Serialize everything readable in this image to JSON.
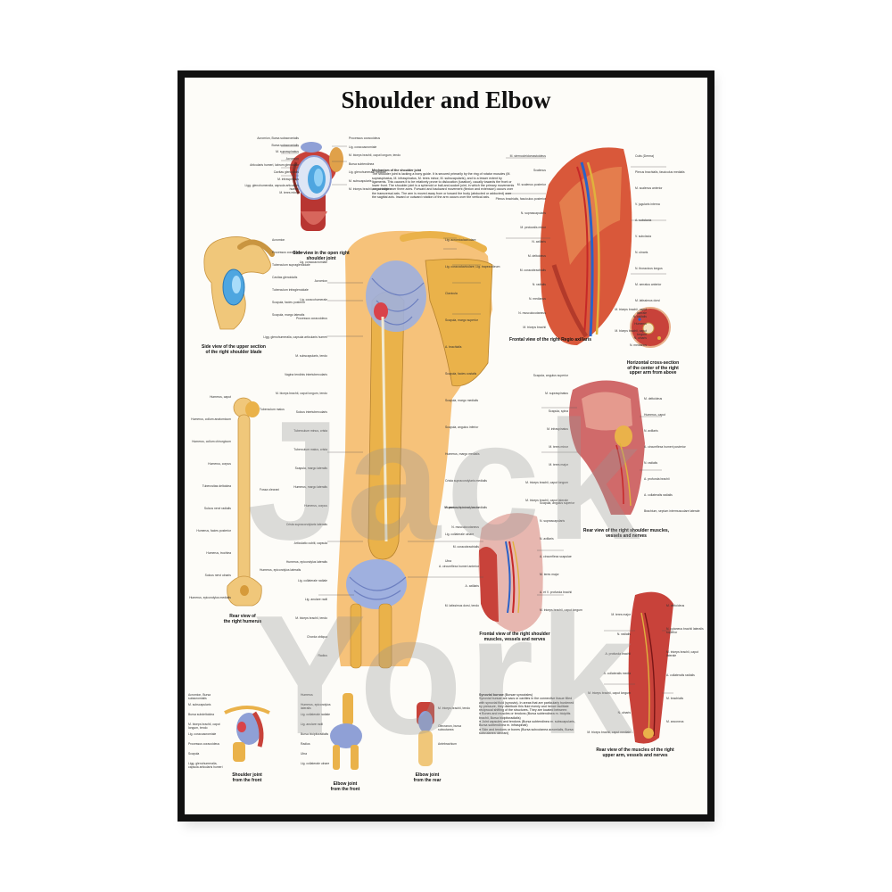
{
  "poster": {
    "title": "Shoulder and Elbow",
    "captions": {
      "side_view_joint": "Side view in the open right\nshoulder joint",
      "side_view_blade": "Side view of the upper section\nof the right shoulder blade",
      "rear_humerus": "Rear view of\nthe right humerus",
      "frontal_axillaris": "Frontal view of the right Regio axillaris",
      "cross_section": "Horizontal cross-section\nof the center of the right\nupper arm from above",
      "rear_shoulder_muscles": "Rear view of the right shoulder muscles,\nvessels and nerves",
      "frontal_shoulder_muscles": "Frontal view of the right shoulder\nmuscles, vessels and nerves",
      "rear_upper_arm": "Rear view of the muscles of the right\nupper arm, vessels and nerves",
      "shoulder_front": "Shoulder joint\nfrom the front",
      "elbow_front": "Elbow joint\nfrom the front",
      "elbow_rear": "Elbow joint\nfrom the rear"
    },
    "mechanism": {
      "heading": "Mechanism of the shoulder joint",
      "text": "The shoulder joint is lacking a bony guide. It is secured primarily by the ring of rotator muscles (M. supraspinatus, M. infraspinatus, M. teres minor, M. subscapularis), and to a lesser extent by ligaments. This causes it to be relatively prone to dislocation (luxation), usually towards the front or lower front. The shoulder joint is a spheroid or ball-and-socket joint, in which the primary movements are possible over three axes. Forward and backward movement (flexion and extension) occurs over the transversal axis. The arm is moved away from or toward the body (abducted or adducted) over the sagittal axis. Inward or outward rotation of the arm occurs over the vertical axis."
    },
    "synovial": {
      "heading": "Synovial bursae",
      "subheading": "(Bursae synoviales)",
      "text": "Synovial bursae are sacs or cavities in the connective tissue filled with synovial fluid (synovia). In areas that are particularly burdened by pressure, they distribute this fluid evenly and hence facilitate reciprocal shifting of the structures. They are located between:",
      "bullets": [
        "Bones and muscles or tendons (Bursa subtendinea m. bicipitis brachii, Bursa bicipitoradialis)",
        "Joint capsules and tendons (Bursa subtendinea m. subscapularis, Bursa subtendinea m. infraspinati)",
        "Skin and tendons or bones (Bursa subcutanea acromialis, Bursa subcutanea olecrani)"
      ]
    },
    "labels": {
      "joint_left": [
        "Acromion, Bursa subacromialis",
        "Bursa subacromialis",
        "M. supraspinatus",
        "Acromion",
        "Articularis humeri, labrum glenoidale",
        "Cavitas glenoidalis",
        "M. infraspinatus",
        "Ligg. glenohumeralia, capsula articularis humeri",
        "M. teres minor"
      ],
      "joint_right": [
        "Processus coracoideus",
        "Lig. coracoacromiale",
        "M. biceps brachii, caput longum, tendo",
        "Bursa subtendinea",
        "Lig. glenohumerale mediale",
        "M. subscapularis",
        "M. triceps brachii, caput longum"
      ],
      "blade": [
        "Acromion",
        "Processus coracoideus",
        "Tuberculum supraglenoidale",
        "Cavitas glenoidalis",
        "Tuberculum infraglenoidale",
        "Scapula, facies posterior",
        "Scapula, margo lateralis"
      ],
      "humerus_left": [
        "Humerus, caput",
        "Humerus, collum anatomicum",
        "Humerus, collum chirurgicum",
        "Humerus, corpus",
        "Tuberositas deltoidea",
        "Sulcus nervi radialis",
        "Humerus, facies posterior",
        "Humerus, trochlea",
        "Sulcus nervi ulnaris",
        "Humerus, epicondylus medialis"
      ],
      "humerus_right": [
        "Tuberculum maius",
        "Fossa olecrani",
        "Humerus, epicondylus lateralis"
      ],
      "arm_left": [
        "Lig. coracoacromiale",
        "Acromion",
        "Lig. coracohumerale",
        "Processus coracoideus",
        "Ligg. glenohumeralia, capsula articularis humeri",
        "M. subscapularis, tendo",
        "Vagina tendinis intertubercularis",
        "M. biceps brachii, caput longum, tendo",
        "Sulcus intertubercularis",
        "Tuberculum minus, crista",
        "Tuberculum maius, crista",
        "Scapula, margo lateralis",
        "Humerus, margo lateralis",
        "Humerus, corpus",
        "Crista supracondylaris lateralis",
        "Articulatio cubiti, capsula",
        "Humerus, epicondylus lateralis",
        "Lig. collaterale radiale",
        "Lig. anulare radii",
        "M. biceps brachii, tendo",
        "Chorda obliqua",
        "Radius"
      ],
      "arm_right": [
        "Lig. acromioclaviculare",
        "Lig. coracoclaviculare, Lig. trapezoideum",
        "Clavicula",
        "Scapula, margo superior",
        "A. brachialis",
        "Scapula, facies costalis",
        "Scapula, margo medialis",
        "Scapula, angulus inferior",
        "Humerus, margo medialis",
        "Crista supracondylaris medialis",
        "Humerus, epicondylus medialis",
        "Lig. collaterale ulnare",
        "Ulna"
      ],
      "axillaris_left": [
        "M. sternocleidomastoideus",
        "Scalenus",
        "M. scalenus posterior",
        "Plexus brachialis, fasciculus posterior",
        "N. suprascapularis",
        "M. pectoralis minor",
        "N. axillaris",
        "M. deltoideus",
        "M. coracobrachialis",
        "N. radialis",
        "N. medianus",
        "N. musculocutaneus",
        "M. triceps brachii"
      ],
      "axillaris_right": [
        "Cutis (Derma)",
        "Plexus brachialis, fasciculus medialis",
        "M. scalenus anterior",
        "V. jugularis interna",
        "A. subclavia",
        "V. subclavia",
        "N. ulnaris",
        "N. thoracicus longus",
        "M. serratus anterior",
        "M. latissimus dorsi"
      ],
      "cross": [
        "M. triceps brachii, caput laterale",
        "N. radialis",
        "Humerus",
        "M. biceps brachii, caput longum",
        "N. ulnaris",
        "N. medianus"
      ],
      "rear_muscles_left": [
        "Scapula, angulus superior",
        "M. supraspinatus",
        "Scapula, spina",
        "M. infraspinatus",
        "M. teres minor",
        "M. teres major",
        "M. triceps brachii, caput longum",
        "M. triceps brachii, caput laterale"
      ],
      "rear_muscles_right": [
        "M. deltoideus",
        "Humerus, caput",
        "N. axillaris",
        "A. circumflexa humeri posterior",
        "N. radialis",
        "A. profunda brachii",
        "A. collateralis radialis",
        "Brachium, septum intermusculare laterale"
      ],
      "frontal_muscles_left": [
        "M. pectoralis minor, tendo",
        "N. musculocutaneus",
        "M. coracobrachialis",
        "A. circumflexa humeri anterior",
        "A. axillaris",
        "M. latissimus dorsi, tendo"
      ],
      "frontal_muscles_right": [
        "Scapula, angulus superior",
        "N. suprascapularis",
        "N. axillaris",
        "A. circumflexa scapulae",
        "M. teres major",
        "A. et V. profunda brachii",
        "M. triceps brachii, caput longum"
      ],
      "upper_arm_left": [
        "M. teres major",
        "N. radialis",
        "A. profunda brachii",
        "A. collateralis media",
        "M. triceps brachii, caput longum",
        "N. ulnaris",
        "M. triceps brachii, caput mediale"
      ],
      "upper_arm_right": [
        "M. deltoideus",
        "N. cutaneus brachii lateralis superior",
        "M. triceps brachii, caput laterale",
        "A. collateralis radialis",
        "M. brachialis",
        "M. anconeus"
      ],
      "bottom_shoulder": [
        "Acromion, Bursa subacromialis",
        "M. subscapularis",
        "Bursa subdeltoidea",
        "M. biceps brachii, caput longum, tendo",
        "Lig. coracoacromiale",
        "Processus coracoideus",
        "Scapula",
        "Ligg. glenohumeralia, capsula articularis humeri"
      ],
      "bottom_elbow": [
        "Humerus",
        "Humerus, epicondylus lateralis",
        "Lig. collaterale radiale",
        "Lig. anulare radii",
        "Bursa bicipitoradialis",
        "Radius",
        "Ulna",
        "Lig. collaterale ulnare"
      ],
      "bottom_elbow_rear": [
        "M. triceps brachii, tendo",
        "Olecranon, bursa subcutanea",
        "Antebrachium"
      ]
    }
  },
  "watermark": "Jack York",
  "colors": {
    "frame": "#111111",
    "bone": "#eab24a",
    "muscle": "#c8423a",
    "ligament": "#8fa0d6",
    "cartilage": "#4ea6e0"
  }
}
